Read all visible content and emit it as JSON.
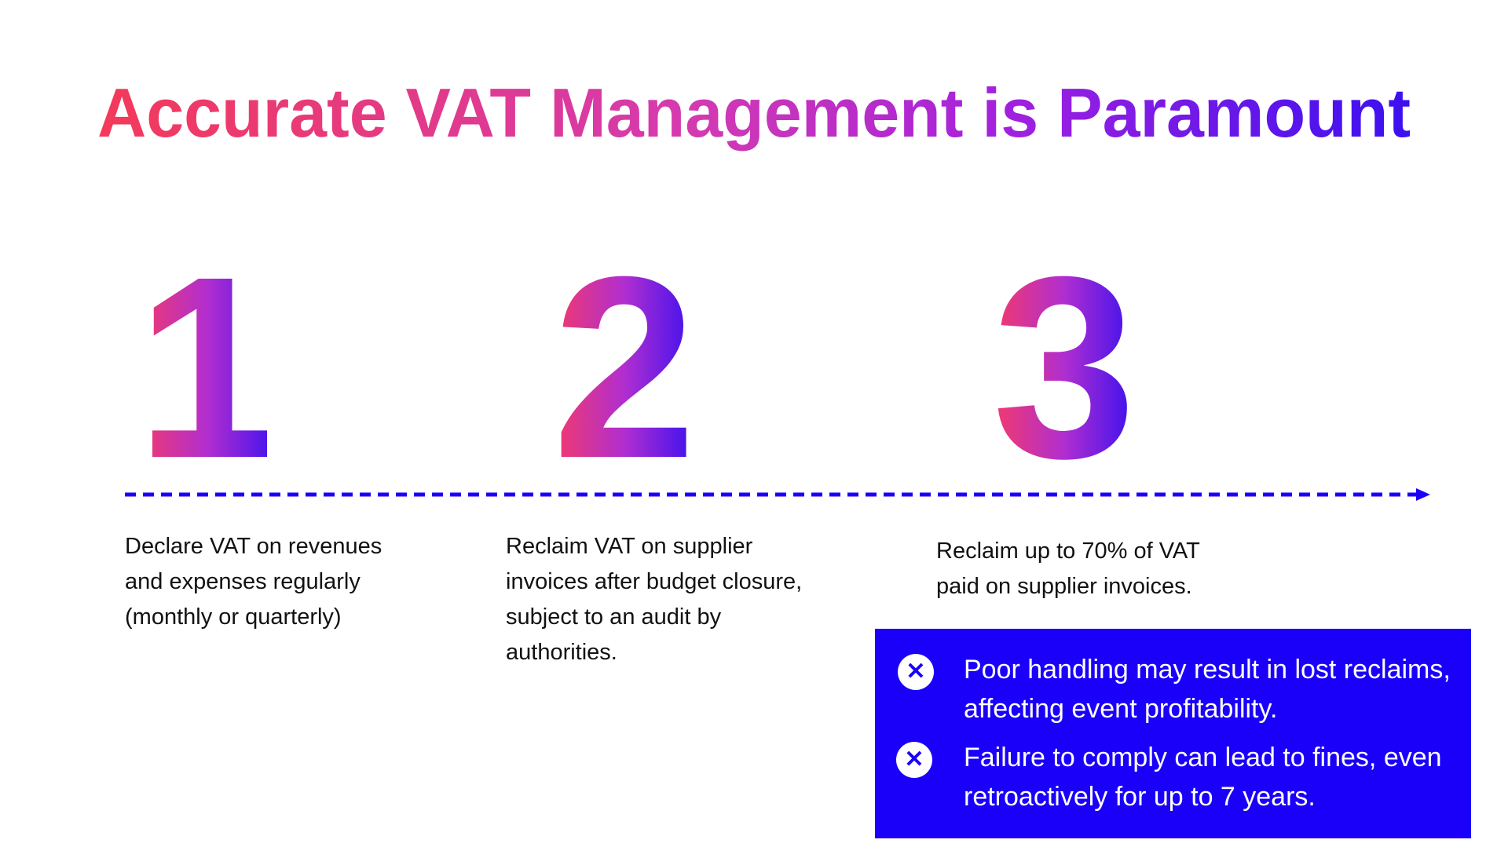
{
  "title": "Accurate VAT Management is Paramount",
  "colors": {
    "gradient_start": "#f43a5a",
    "gradient_mid": "#c92ec4",
    "gradient_end": "#3a10f0",
    "timeline": "#1a00f8",
    "box": "#1a00f8"
  },
  "steps": [
    {
      "number": "1",
      "text": "Declare VAT on revenues and expenses regularly (monthly or quarterly)"
    },
    {
      "number": "2",
      "text": "Reclaim VAT on supplier invoices after budget closure, subject to an audit by authorities."
    },
    {
      "number": "3",
      "text": "Reclaim up to 70% of VAT paid on supplier invoices."
    }
  ],
  "warnings": [
    {
      "icon": "x-circle-icon",
      "text": "Poor handling may result in lost reclaims, affecting event profitability."
    },
    {
      "icon": "x-circle-icon",
      "text": "Failure to comply can lead to fines, even retroactively for up to 7 years."
    }
  ]
}
